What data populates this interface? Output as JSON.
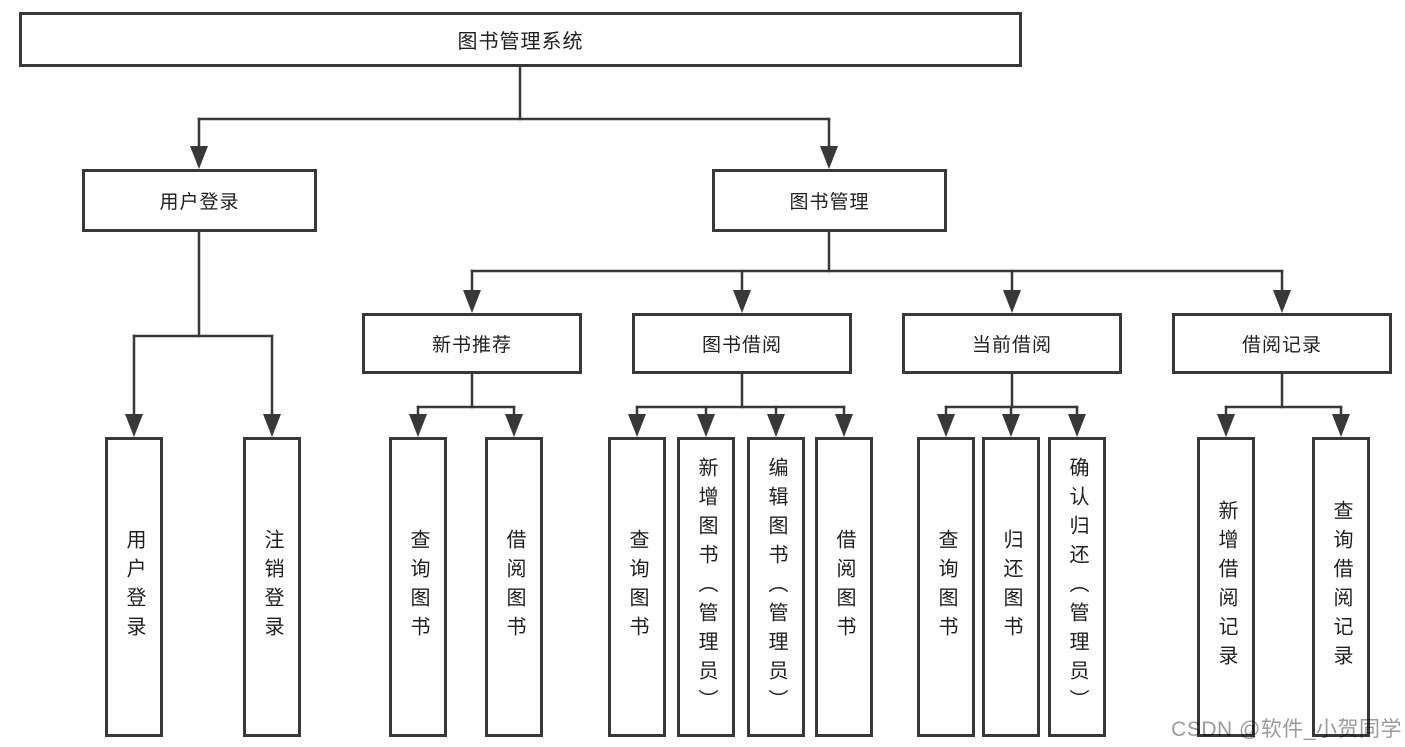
{
  "tree": {
    "label": "图书管理系统",
    "children": [
      {
        "label": "用户登录",
        "children": [
          {
            "label": "用户登录"
          },
          {
            "label": "注销登录"
          }
        ]
      },
      {
        "label": "图书管理",
        "children": [
          {
            "label": "新书推荐",
            "children": [
              {
                "label": "查询图书"
              },
              {
                "label": "借阅图书"
              }
            ]
          },
          {
            "label": "图书借阅",
            "children": [
              {
                "label": "查询图书"
              },
              {
                "label": "新增图书（管理员）"
              },
              {
                "label": "编辑图书（管理员）"
              },
              {
                "label": "借阅图书"
              }
            ]
          },
          {
            "label": "当前借阅",
            "children": [
              {
                "label": "查询图书"
              },
              {
                "label": "归还图书"
              },
              {
                "label": "确认归还（管理员）"
              }
            ]
          },
          {
            "label": "借阅记录",
            "children": [
              {
                "label": "新增借阅记录"
              },
              {
                "label": "查询借阅记录"
              }
            ]
          }
        ]
      }
    ]
  },
  "watermark": {
    "text": "CSDN @软件_小贺同学"
  },
  "colors": {
    "line": "#383838",
    "box_border": "#383838",
    "text": "#1f1f1f",
    "background": "#ffffff",
    "watermark": "#9b9b9b"
  }
}
